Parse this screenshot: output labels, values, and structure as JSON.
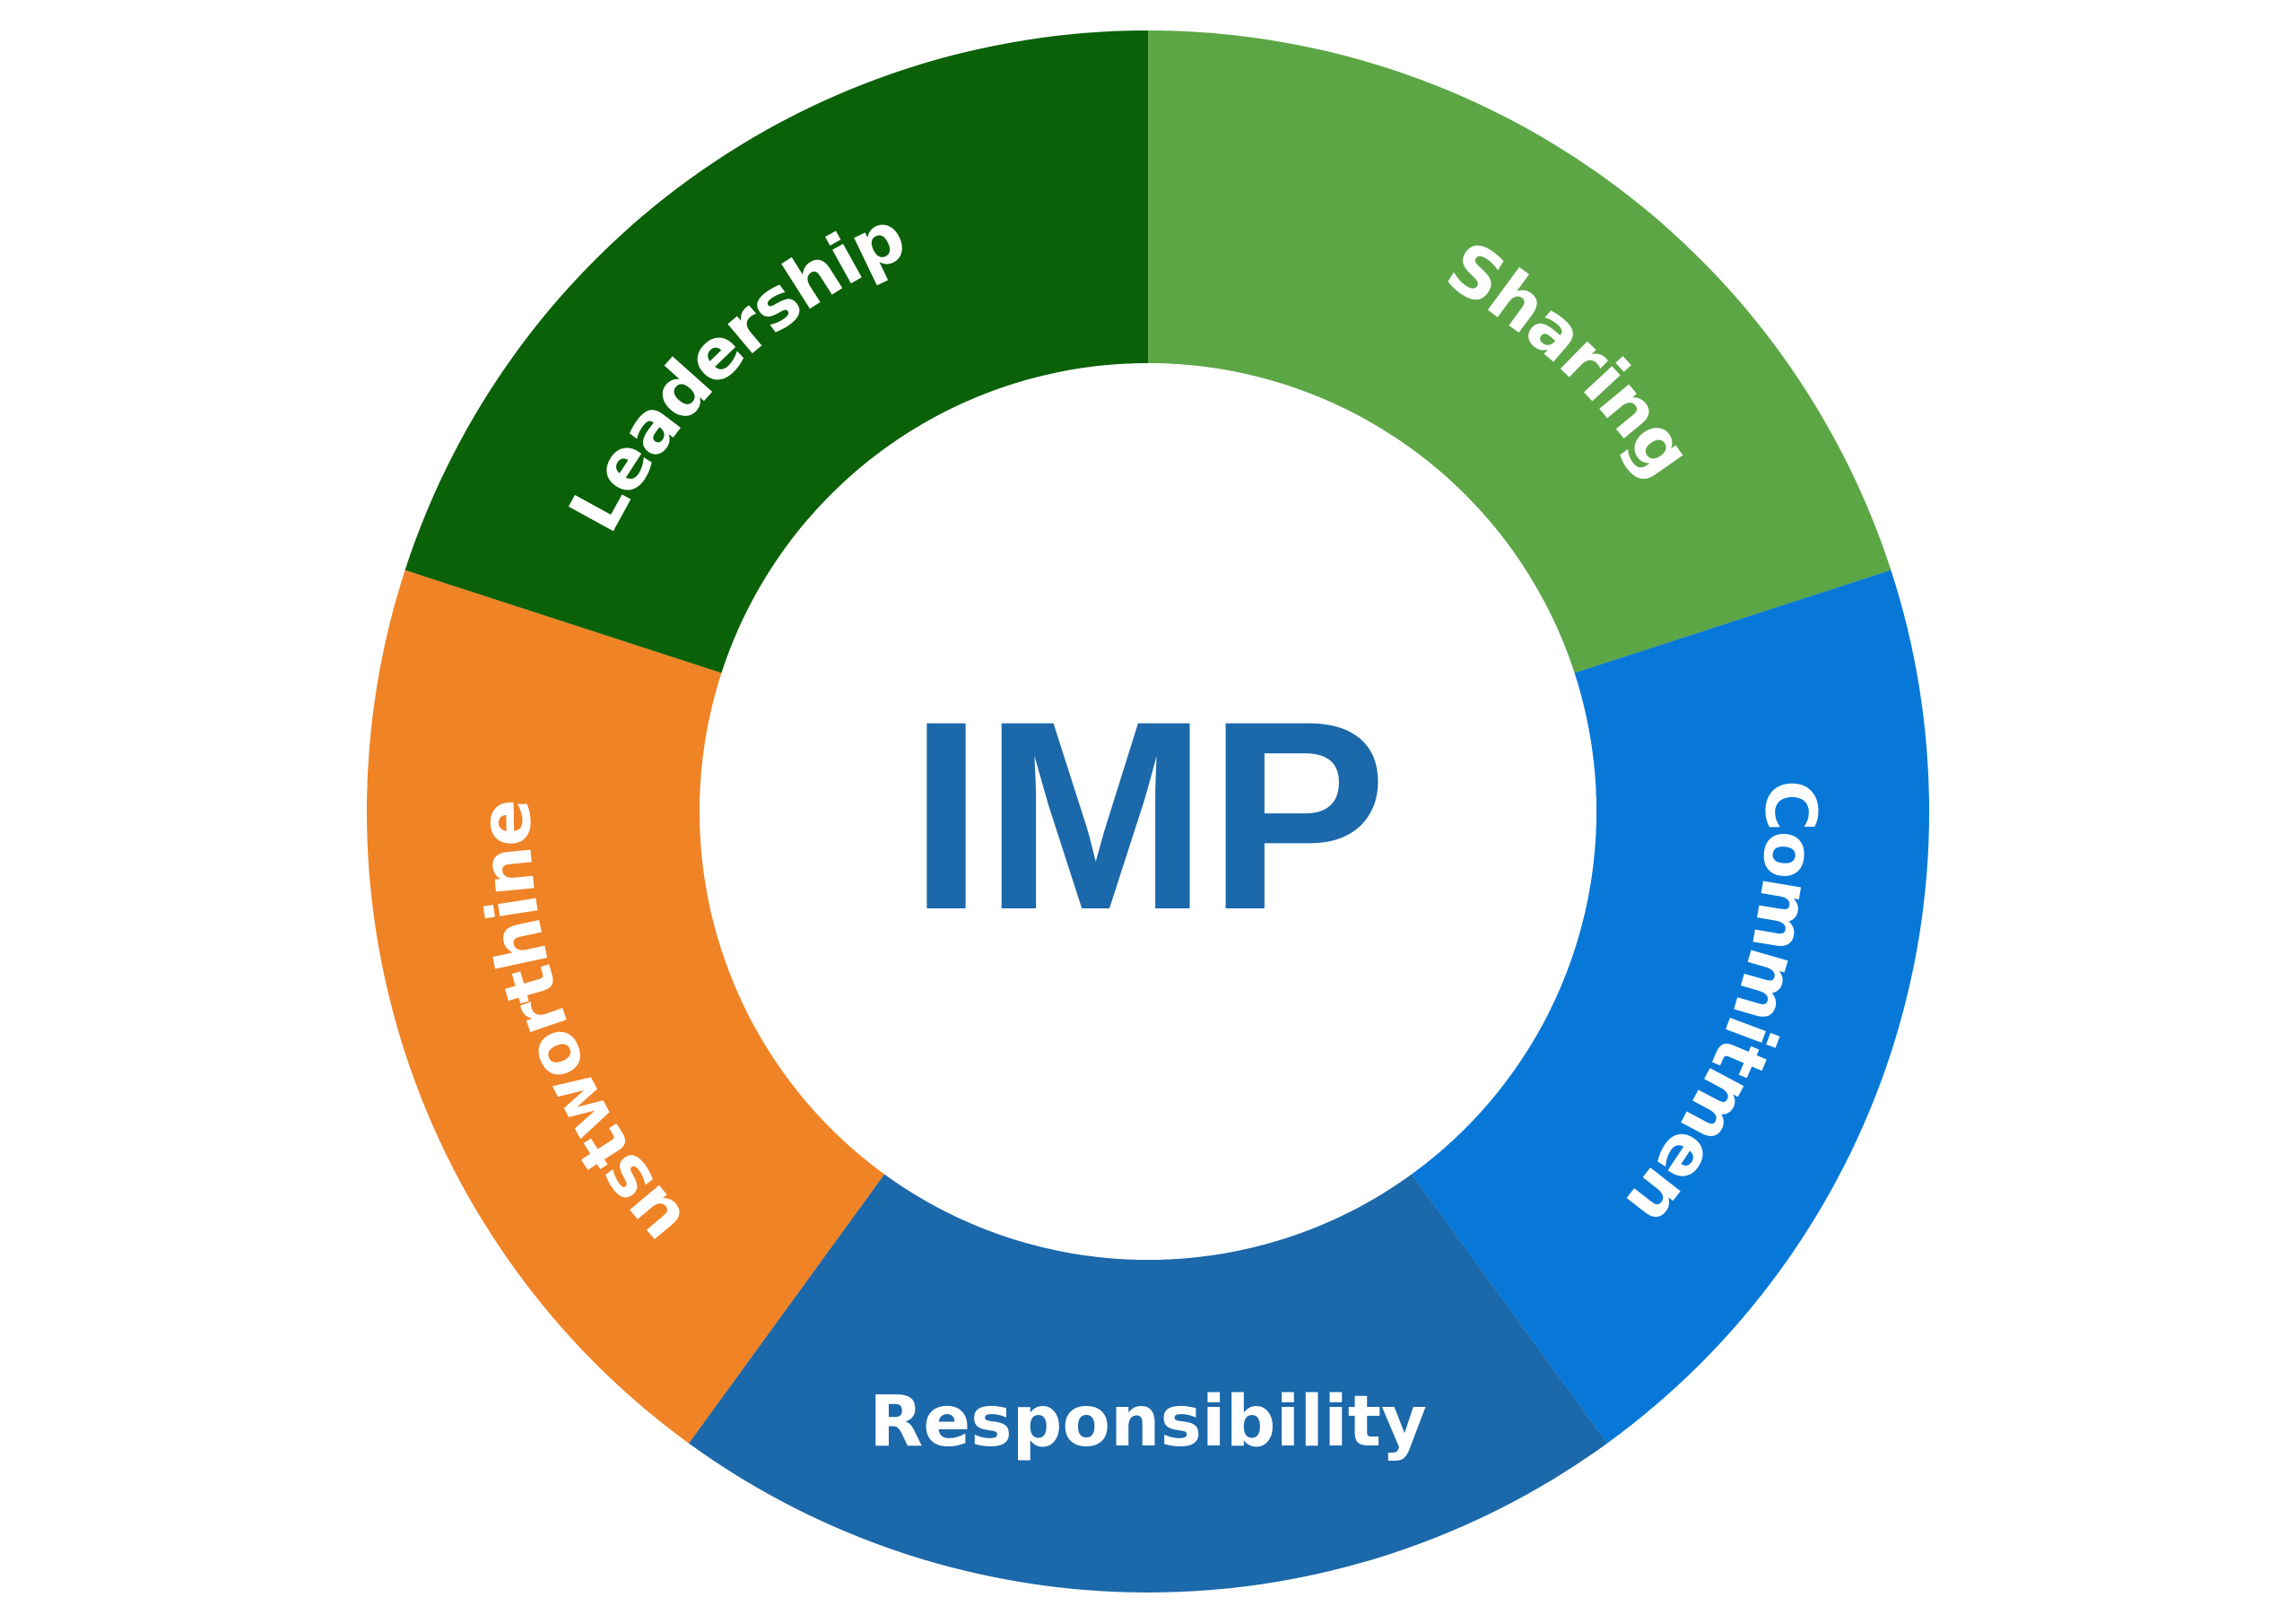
{
  "center": {
    "title": "IMP",
    "color": "#1b68aa",
    "background": "#ffffff"
  },
  "segments": [
    {
      "key": "sharing",
      "label": "Sharing",
      "color": "#5ca646"
    },
    {
      "key": "commitment",
      "label": "Commitment",
      "color": "#0878d8"
    },
    {
      "key": "responsibility",
      "label": "Responsibility",
      "color": "#1b68aa"
    },
    {
      "key": "trustworthiness",
      "label": "Trustworthiness",
      "color": "#f08326"
    },
    {
      "key": "leadership",
      "label": "Leadership",
      "color": "#0b6108"
    }
  ]
}
